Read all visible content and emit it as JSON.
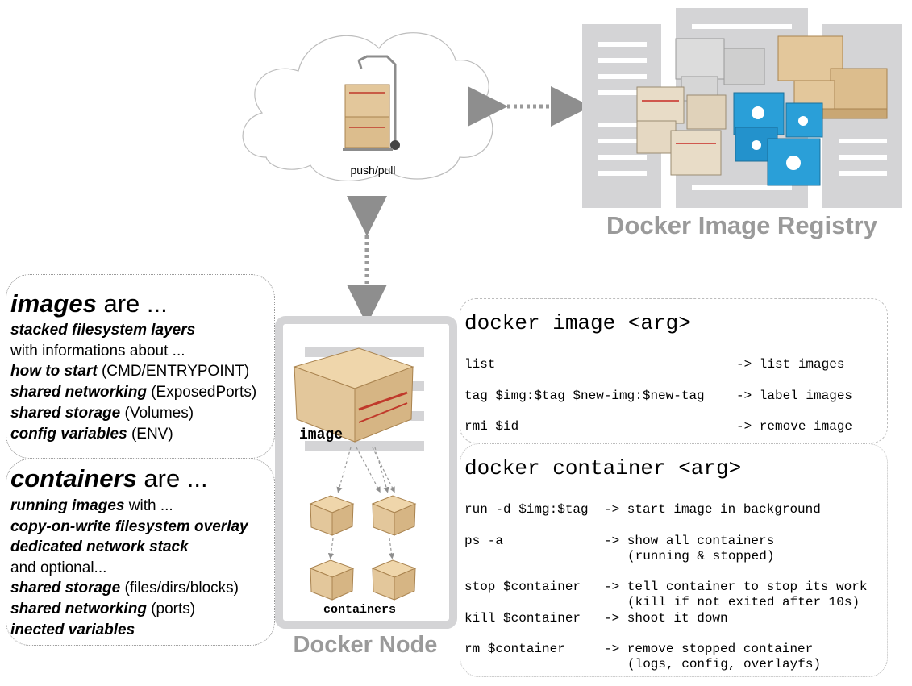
{
  "cloud": {
    "label": "push/pull"
  },
  "registry": {
    "title": "Docker Image Registry"
  },
  "node": {
    "title": "Docker Node",
    "image_label": "image",
    "containers_label": "containers"
  },
  "images_panel": {
    "heading_bold": "images",
    "heading_rest": " are ...",
    "lines": [
      {
        "bold": "stacked filesystem layers",
        "rest": ""
      },
      {
        "bold": "",
        "rest": "with informations about ..."
      },
      {
        "bold": "how to start",
        "rest": " (CMD/ENTRYPOINT)"
      },
      {
        "bold": "shared networking",
        "rest": " (ExposedPorts)"
      },
      {
        "bold": "shared storage",
        "rest": " (Volumes)"
      },
      {
        "bold": "config variables",
        "rest": " (ENV)"
      }
    ]
  },
  "containers_panel": {
    "heading_bold": "containers",
    "heading_rest": " are ...",
    "lines": [
      {
        "bold": "running images",
        "rest": " with ..."
      },
      {
        "bold": "copy-on-write filesystem overlay",
        "rest": ""
      },
      {
        "bold": "dedicated network stack",
        "rest": ""
      },
      {
        "bold": "",
        "rest": "and optional..."
      },
      {
        "bold": "shared storage",
        "rest": " (files/dirs/blocks)"
      },
      {
        "bold": "shared networking",
        "rest": " (ports)"
      },
      {
        "bold": "inected variables",
        "rest": ""
      }
    ]
  },
  "image_commands": {
    "title": "docker image <arg>",
    "rows": [
      {
        "cmd": "list",
        "desc": "-> list images"
      },
      {
        "cmd": "tag $img:$tag $new-img:$new-tag",
        "desc": "-> label images"
      },
      {
        "cmd": "rmi $id",
        "desc": "-> remove image"
      }
    ]
  },
  "container_commands": {
    "title": "docker container <arg>",
    "rows": [
      {
        "cmd": "run -d $img:$tag",
        "desc": "-> start image in background",
        "desc2": ""
      },
      {
        "cmd": "ps -a",
        "desc": "-> show all containers",
        "desc2": "(running & stopped)"
      },
      {
        "cmd": "stop $container",
        "desc": "-> tell container to stop its work",
        "desc2": "(kill if not exited after 10s)"
      },
      {
        "cmd": "kill $container",
        "desc": "-> shoot it down",
        "desc2": ""
      },
      {
        "cmd": "rm $container",
        "desc": "-> remove stopped container",
        "desc2": "(logs, config, overlayfs)"
      }
    ]
  },
  "colors": {
    "frame_gray": "#d4d4d6",
    "title_gray": "#9a9a9a",
    "crate_wood": "#e3c79b",
    "crate_edge": "#a9834f",
    "twitter_blue": "#2a9fd8"
  },
  "icons": {
    "cart": "hand-truck-with-crates-icon",
    "crate": "wooden-crate-icon",
    "arrow": "dotted-double-arrow-icon"
  }
}
